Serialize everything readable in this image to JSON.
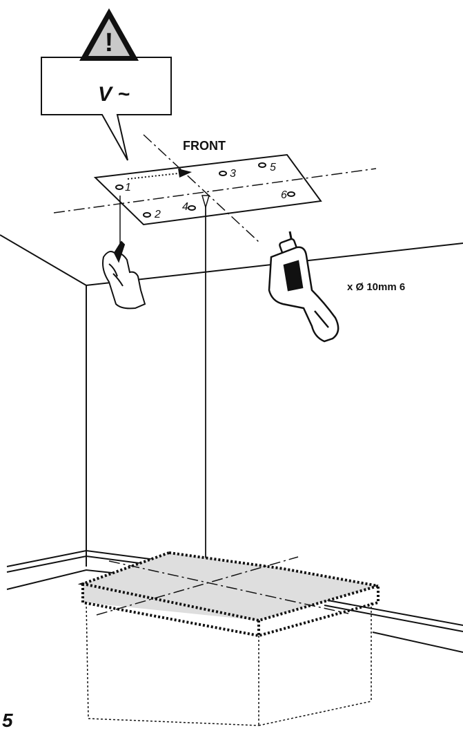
{
  "warning": {
    "symbol": "!",
    "voltage_label": "V ~"
  },
  "template": {
    "front_label": "FRONT",
    "hole_numbers": [
      "1",
      "2",
      "3",
      "4",
      "5",
      "6"
    ]
  },
  "drill": {
    "spec_label": "x Ø 10mm 6"
  },
  "step": {
    "number": "5"
  },
  "colors": {
    "line": "#111111",
    "hob_fill": "#dedede",
    "background": "#ffffff"
  }
}
